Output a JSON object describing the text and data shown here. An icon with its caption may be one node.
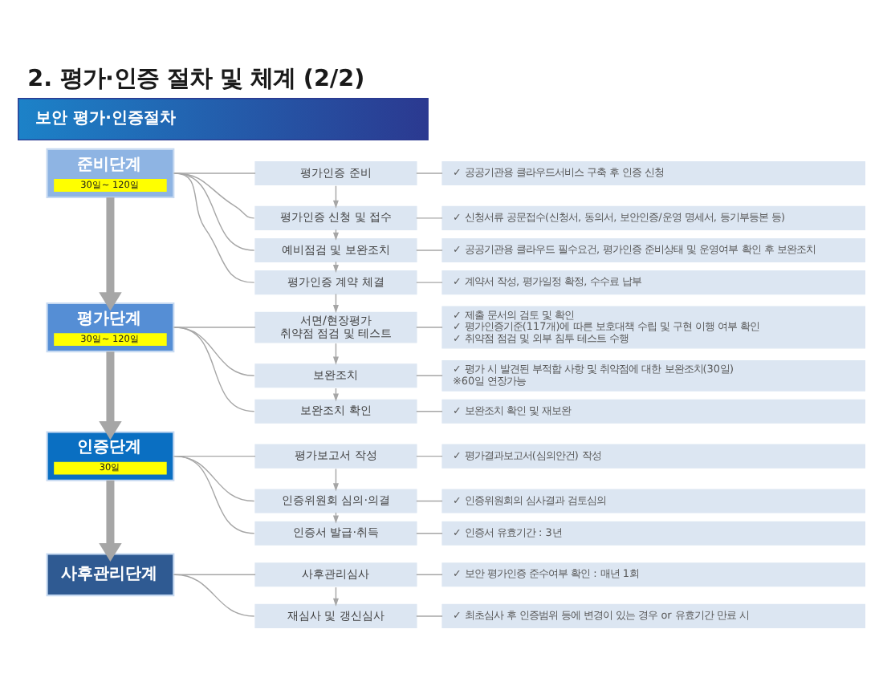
{
  "diagram": {
    "title": "2. 평가·인증 절차 및 체계 (2/2)",
    "nodes": [
      {
        "text": [
          "보안 평가·인증절차"
        ]
      },
      {
        "text": [
          "준비단계",
          "30일~ 120일"
        ]
      },
      {
        "text": [
          "평가단계",
          "30일~ 120일"
        ]
      },
      {
        "text": [
          "인증단계",
          "30일"
        ]
      },
      {
        "text": [
          "사후관리단계"
        ]
      },
      {
        "text": [
          "평가인증 준비"
        ]
      },
      {
        "text": [
          "평가인증 신청 및 접수"
        ]
      },
      {
        "text": [
          "예비점검 및 보완조치"
        ]
      },
      {
        "text": [
          "평가인증 계약 체결"
        ]
      },
      {
        "text": [
          "서면/현장평가 취약점 점검 및 테스트"
        ]
      },
      {
        "text": [
          "보완조치"
        ]
      },
      {
        "text": [
          "보완조치 확인"
        ]
      },
      {
        "text": [
          "평가보고서 작성"
        ]
      },
      {
        "text": [
          "인증위원회 심의·의결"
        ]
      },
      {
        "text": [
          "인증서 발급·취득"
        ]
      },
      {
        "text": [
          "사후관리심사"
        ]
      },
      {
        "text": [
          "재심사 및 갱신심사"
        ]
      },
      {
        "text": [
          "✓ 공공기관용 클라우드서비스 구축 후 인증 신청"
        ]
      },
      {
        "text": [
          "✓ 신청서류 공문접수(신청서, 동의서, 보안인증/운영 명세서, 등기부등본 등)"
        ]
      },
      {
        "text": [
          "✓ 공공기관용 클라우드 필수요건, 평가인증 준비상태 및 운영여부 확인 후 보완조치"
        ]
      },
      {
        "text": [
          "✓ 계약서 작성, 평가일정 확정, 수수료 납부"
        ]
      },
      {
        "text": [
          "✓ 제출 문서의 검토 및 확인",
          "✓ 평가인증기준(117개)에 따른 보호대책 수립 및 구현 이행 여부 확인",
          "✓ 취약점 점검 및 외부 침투 테스트 수행"
        ]
      },
      {
        "text": [
          "✓ 평가 시 발견된 부적합 사항 및 취약점에 대한 보완조치(30일)",
          "※60일 연장가능"
        ]
      },
      {
        "text": [
          "✓ 보완조치 확인 및 재보완"
        ]
      },
      {
        "text": [
          "✓ 평가결과보고서(심의안건) 작성"
        ]
      },
      {
        "text": [
          "✓ 인증위원회의 심사결과 검토심의"
        ]
      },
      {
        "text": [
          "✓ 인증서 유효기간 : 3년"
        ]
      },
      {
        "text": [
          "✓ 보안 평가인증 준수여부 확인 : 매년 1회"
        ]
      },
      {
        "text": [
          "✓ 최초심사 후 인증범위 등에 변경이 있는 경우 or 유효기간 만료 시"
        ]
      }
    ],
    "edges": [
      {
        "from": 1,
        "to": 2,
        "arrow": "to",
        "style": "thick"
      },
      {
        "from": 2,
        "to": 3,
        "arrow": "to",
        "style": "thick"
      },
      {
        "from": 3,
        "to": 4,
        "arrow": "to",
        "style": "thick"
      },
      {
        "from": 1,
        "to": 5,
        "arrow": "none"
      },
      {
        "from": 1,
        "to": 6,
        "arrow": "none"
      },
      {
        "from": 1,
        "to": 7,
        "arrow": "none"
      },
      {
        "from": 1,
        "to": 8,
        "arrow": "none"
      },
      {
        "from": 2,
        "to": 9,
        "arrow": "none"
      },
      {
        "from": 2,
        "to": 10,
        "arrow": "none"
      },
      {
        "from": 2,
        "to": 11,
        "arrow": "none"
      },
      {
        "from": 3,
        "to": 12,
        "arrow": "none"
      },
      {
        "from": 3,
        "to": 13,
        "arrow": "none"
      },
      {
        "from": 3,
        "to": 14,
        "arrow": "none"
      },
      {
        "from": 4,
        "to": 15,
        "arrow": "none"
      },
      {
        "from": 4,
        "to": 16,
        "arrow": "none"
      },
      {
        "from": 5,
        "to": 6,
        "arrow": "to"
      },
      {
        "from": 6,
        "to": 7,
        "arrow": "to"
      },
      {
        "from": 7,
        "to": 8,
        "arrow": "to"
      },
      {
        "from": 8,
        "to": 9,
        "arrow": "to"
      },
      {
        "from": 9,
        "to": 10,
        "arrow": "to"
      },
      {
        "from": 10,
        "to": 11,
        "arrow": "to"
      },
      {
        "from": 12,
        "to": 13,
        "arrow": "to"
      },
      {
        "from": 13,
        "to": 14,
        "arrow": "to"
      },
      {
        "from": 15,
        "to": 16,
        "arrow": "to"
      },
      {
        "from": 5,
        "to": 17,
        "arrow": "none"
      },
      {
        "from": 6,
        "to": 18,
        "arrow": "none"
      },
      {
        "from": 7,
        "to": 19,
        "arrow": "none"
      },
      {
        "from": 8,
        "to": 20,
        "arrow": "none"
      },
      {
        "from": 9,
        "to": 21,
        "arrow": "none"
      },
      {
        "from": 10,
        "to": 22,
        "arrow": "none"
      },
      {
        "from": 11,
        "to": 23,
        "arrow": "none"
      },
      {
        "from": 12,
        "to": 24,
        "arrow": "none"
      },
      {
        "from": 13,
        "to": 25,
        "arrow": "none"
      },
      {
        "from": 14,
        "to": 26,
        "arrow": "none"
      },
      {
        "from": 15,
        "to": 27,
        "arrow": "none"
      },
      {
        "from": 16,
        "to": 28,
        "arrow": "none"
      }
    ]
  }
}
